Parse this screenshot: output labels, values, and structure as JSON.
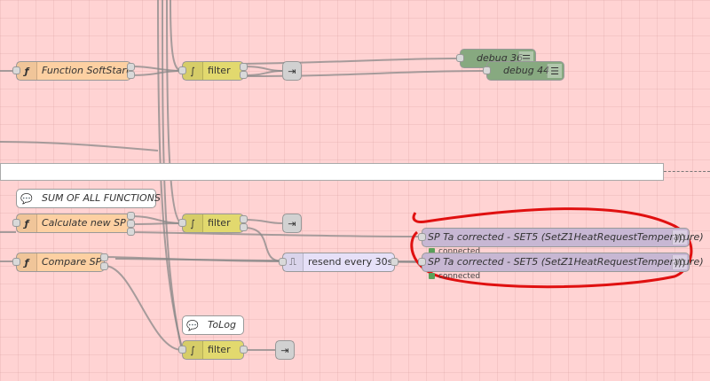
{
  "nodes": {
    "function_softstart": "Function SoftStart",
    "filter_top": "filter",
    "debug36": "debug 36",
    "debug44": "debug 44",
    "comment_sum": "SUM OF ALL FUNCTIONS",
    "calculate_new_sp": "Calculate new SP",
    "filter_mid": "filter",
    "compare_sp": "Compare SP",
    "resend": "resend every 30s",
    "sp_ta_1": "SP Ta corrected - SET5 (SetZ1HeatRequestTemperature)",
    "sp_ta_2": "SP Ta corrected - SET5 (SetZ1HeatRequestTemperature)",
    "comment_tolog": "ToLog",
    "filter_bottom": "filter"
  },
  "status": {
    "ha1": "connected",
    "ha2": "connected"
  },
  "colors": {
    "canvas_bg": "#ffd3d3",
    "function": "#fdd0a2",
    "switch": "#e2d96e",
    "debug": "#87a980",
    "home_assistant": "#c7b7d3",
    "trigger": "#e6e0f8",
    "annotation": "#e01010",
    "status_connected": "#5aa05a"
  },
  "icons": {
    "function": "function-icon",
    "switch": "filter-icon",
    "link_out": "link-out-icon",
    "debug": "debug-icon",
    "trigger": "trigger-icon",
    "home_assistant": "wireless-icon",
    "comment": "comment-icon"
  }
}
